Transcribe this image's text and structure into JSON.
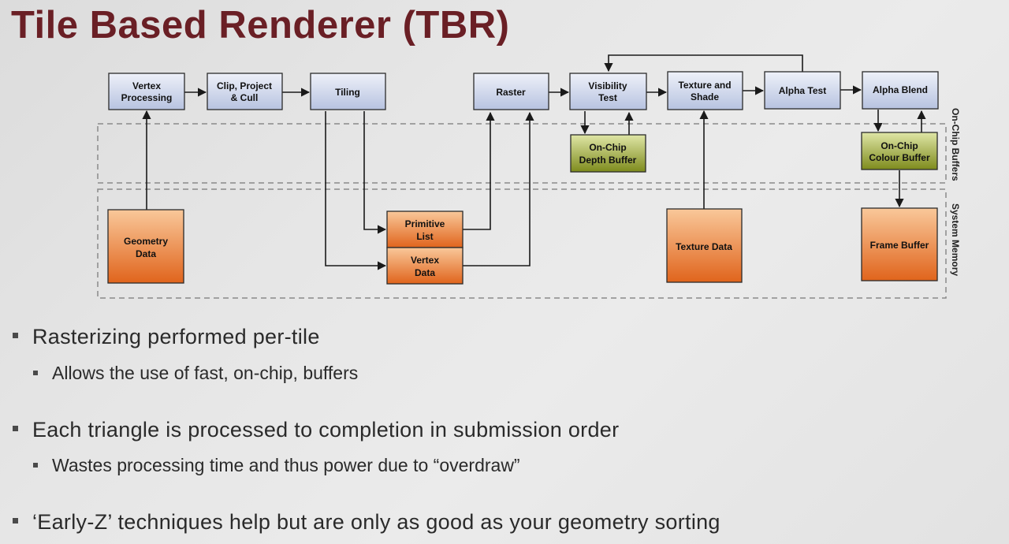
{
  "slide": {
    "title": "Tile Based Renderer (TBR)"
  },
  "diagram": {
    "boxes": {
      "vertex_processing": [
        "Vertex",
        "Processing"
      ],
      "clip_project_cull": [
        "Clip, Project",
        "& Cull"
      ],
      "tiling": [
        "Tiling"
      ],
      "raster": [
        "Raster"
      ],
      "visibility_test": [
        "Visibility",
        "Test"
      ],
      "texture_and_shade": [
        "Texture and",
        "Shade"
      ],
      "alpha_test": [
        "Alpha Test"
      ],
      "alpha_blend": [
        "Alpha Blend"
      ],
      "onchip_depth_buffer": [
        "On-Chip",
        "Depth Buffer"
      ],
      "onchip_colour_buffer": [
        "On-Chip",
        "Colour Buffer"
      ],
      "geometry_data": [
        "Geometry",
        "Data"
      ],
      "primitive_list": [
        "Primitive",
        "List"
      ],
      "vertex_data": [
        "Vertex",
        "Data"
      ],
      "texture_data": [
        "Texture Data"
      ],
      "frame_buffer": [
        "Frame Buffer"
      ]
    },
    "region_labels": {
      "onchip": "On-Chip Buffers",
      "system": "System Memory"
    },
    "colors": {
      "stage_fill_top": "#eef1f9",
      "stage_fill_bottom": "#b7c3e0",
      "onchip_fill_top": "#dfe6a6",
      "onchip_fill_bottom": "#7e8b1d",
      "memory_fill_top": "#f9c89a",
      "memory_fill_bottom": "#e0641c",
      "title": "#6a1f25"
    }
  },
  "bullets": [
    {
      "text": "Rasterizing performed per-tile",
      "sub": "Allows the use of fast, on-chip, buffers"
    },
    {
      "text": "Each triangle is processed to completion in submission order",
      "sub": "Wastes processing time and thus power due to “overdraw”"
    },
    {
      "text": "‘Early-Z’ techniques help but are only as good as your geometry sorting",
      "sub": ""
    }
  ]
}
